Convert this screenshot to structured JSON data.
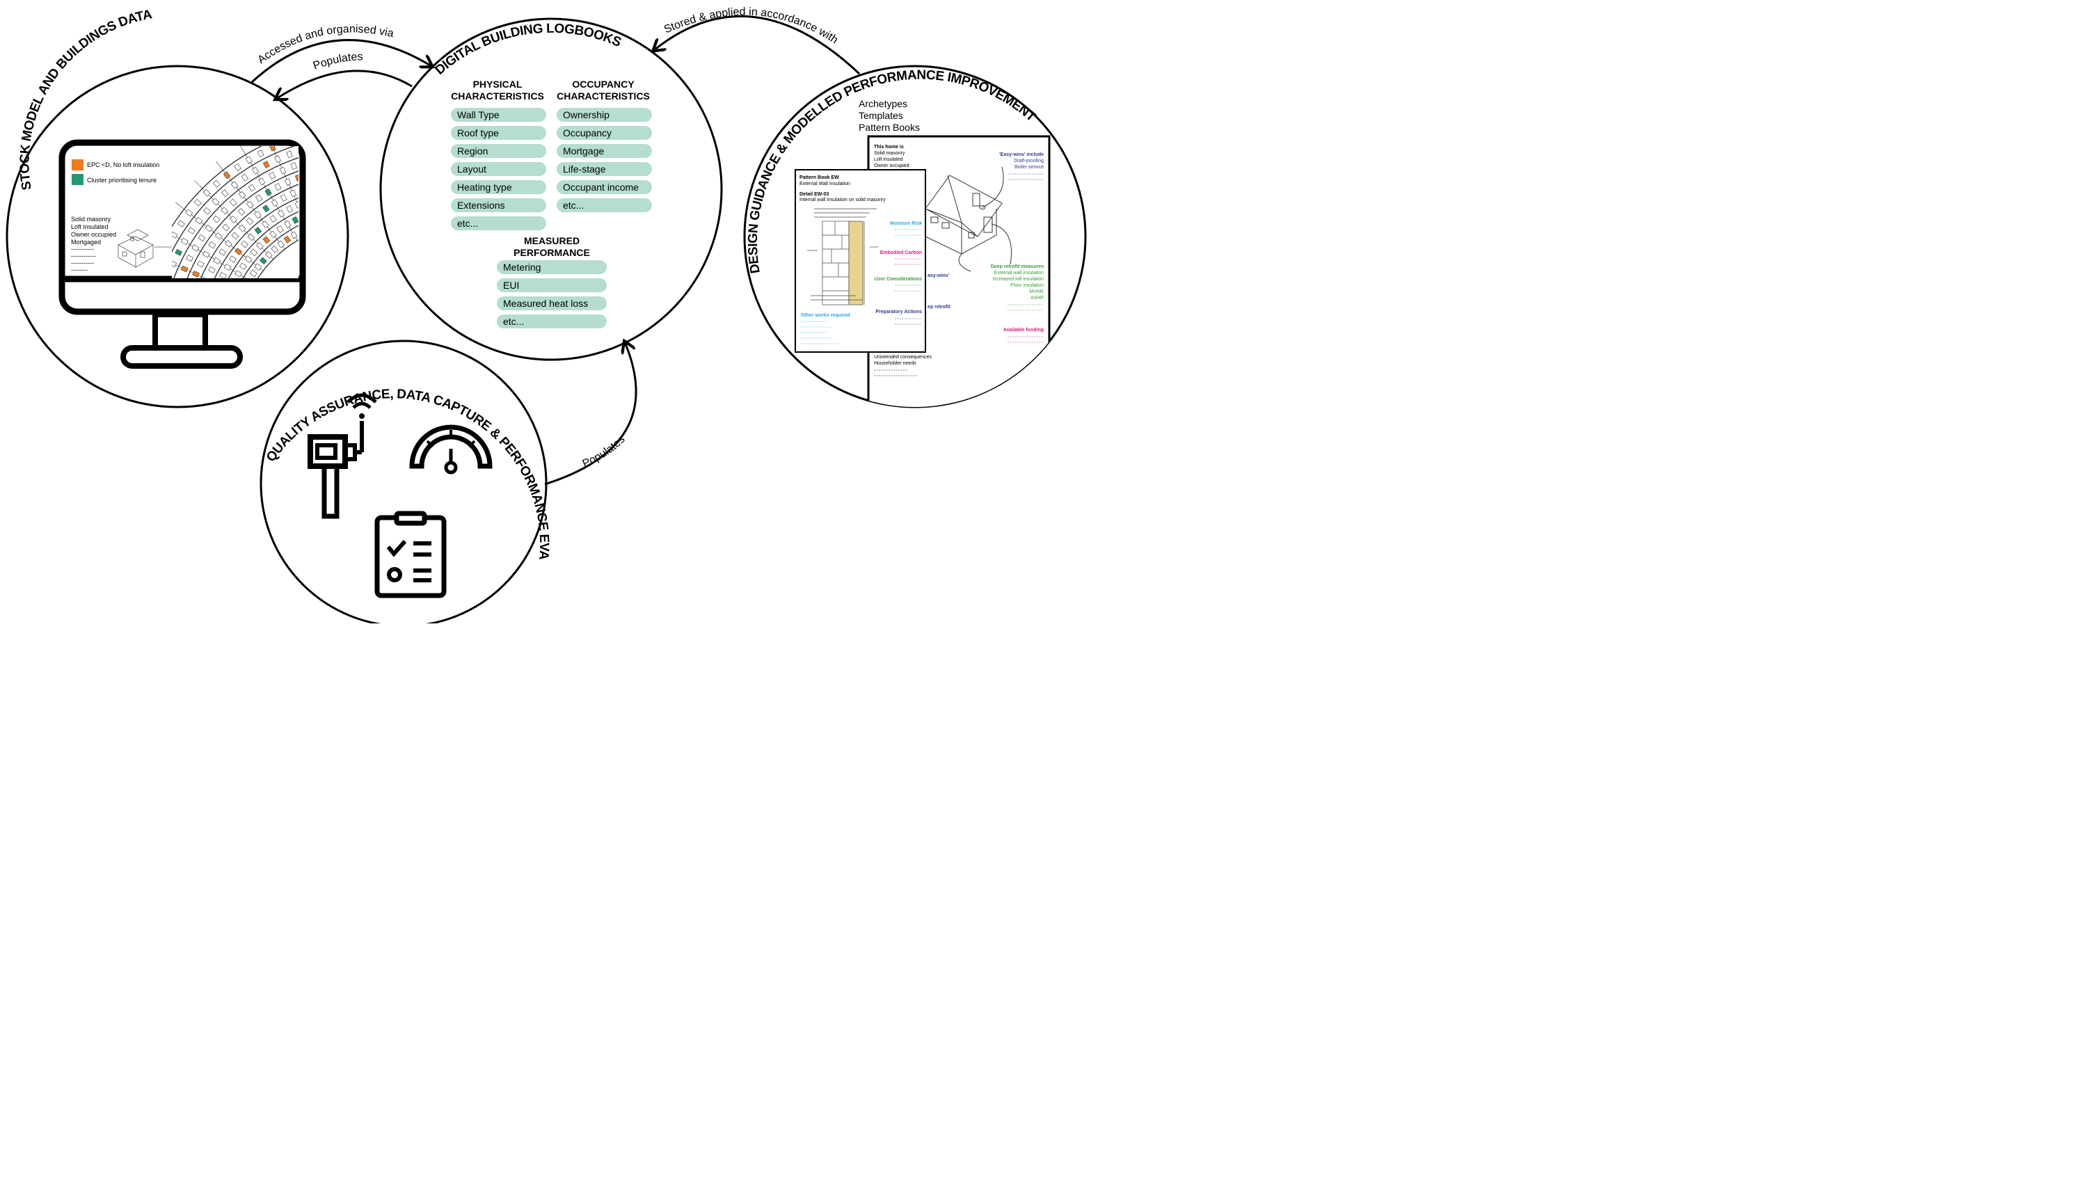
{
  "arrows": {
    "accessed": "Accessed and organised via",
    "populates_top": "Populates",
    "stored": "Stored & applied in accordance with",
    "populates_bottom": "Populates"
  },
  "stock": {
    "title": "STOCK MODEL AND BUILDINGS DATA",
    "legend": [
      {
        "label": "EPC <D, No loft insulation",
        "color": "#f07c1e"
      },
      {
        "label": "Cluster prioritising tenure",
        "color": "#1f9b6e"
      }
    ],
    "house_info": [
      "Solid masonry",
      "Loft insulated",
      "Owner occupied",
      "Mortgaged"
    ],
    "dashes": [
      "-----------",
      "------------",
      "-----------",
      "--------"
    ]
  },
  "logbook": {
    "title": "DIGITAL BUILDING LOGBOOKS",
    "physical": {
      "header1": "PHYSICAL",
      "header2": "CHARACTERISTICS",
      "items": [
        "Wall Type",
        "Roof type",
        "Region",
        "Layout",
        "Heating type",
        "Extensions",
        "etc..."
      ]
    },
    "occupancy": {
      "header1": "OCCUPANCY",
      "header2": "CHARACTERISTICS",
      "items": [
        "Ownership",
        "Occupancy",
        "Mortgage",
        "Life-stage",
        "Occupant income",
        "etc..."
      ]
    },
    "measured": {
      "header1": "MEASURED",
      "header2": "PERFORMANCE",
      "items": [
        "Metering",
        "EUI",
        "Measured heat loss",
        "etc..."
      ]
    }
  },
  "design": {
    "title": "DESIGN GUIDANCE & MODELLED PERFORMANCE IMPROVEMENTS",
    "list": [
      "Archetypes",
      "Templates",
      "Pattern Books"
    ],
    "back_doc": {
      "home_title": "This home is",
      "home_lines": [
        "Solid masonry",
        "Loft insulated",
        "Owner occupied"
      ],
      "easy_title": "'Easy-wins' include",
      "easy_lines": [
        "Draft-proofing",
        "Boiler service"
      ],
      "easy_fragment": "asy-wins'",
      "deep_fragment": "ep retrofit",
      "deep_title": "Deep retrofit measures",
      "deep_lines": [
        "External wall insulation",
        "Increased loft insulation",
        "Floor insulation",
        "MVHR",
        "ASHP"
      ],
      "funding": "Available funding",
      "bottom_lines": [
        "Unintended consequences",
        "Householder needs"
      ]
    },
    "front_doc": {
      "title": "Pattern Book EW",
      "subtitle": "External Wall Insulation",
      "detail": "Detail EW-03",
      "detail_sub": "Internal wall insulation on solid masonry",
      "moisture": "Moisture Risk",
      "embodied": "Embodied Carbon",
      "user": "User Considerations",
      "prep": "Preparatory Actions",
      "other": "Other works required"
    }
  },
  "qa": {
    "title": "QUALITY ASSURANCE, DATA CAPTURE & PERFORMANCE EVALUATION DATA",
    "icons": [
      "sensor-icon",
      "gauge-icon",
      "checklist-icon"
    ]
  }
}
